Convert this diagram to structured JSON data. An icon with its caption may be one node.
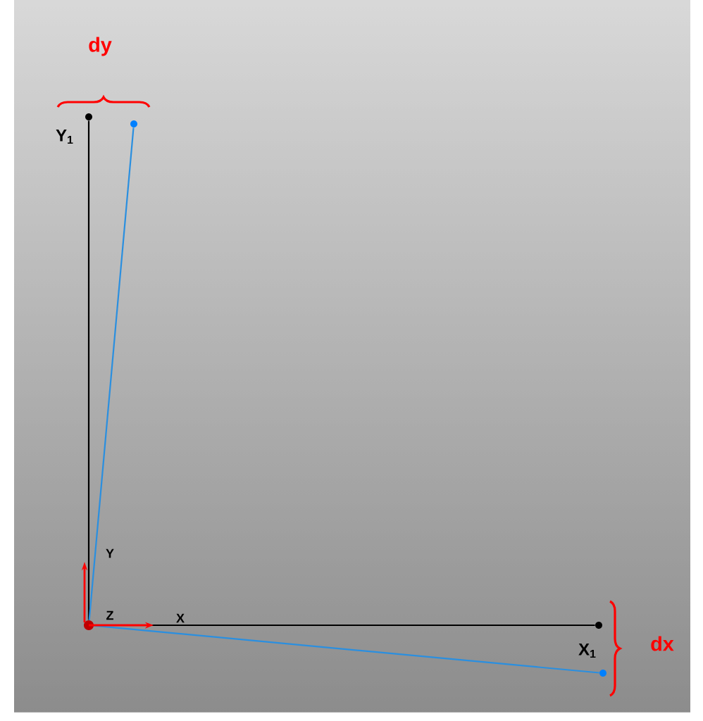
{
  "diagram": {
    "nodes": [
      {
        "text": [],
        "shape": "circle"
      },
      {
        "text": [],
        "shape": "circle",
        "beside": [
          "Y$_{1}$"
        ]
      },
      {
        "text": [],
        "shape": "circle"
      },
      {
        "text": [],
        "shape": "circle",
        "beside": [
          "X$_{1}$"
        ]
      },
      {
        "text": [],
        "shape": "circle"
      }
    ],
    "edges": [
      {
        "from": 0,
        "to": 1,
        "arrow": "none"
      },
      {
        "from": 0,
        "to": 2,
        "arrow": "none",
        "color": "#2a8fe0"
      },
      {
        "from": 0,
        "to": 3,
        "arrow": "none"
      },
      {
        "from": 0,
        "to": 4,
        "arrow": "none",
        "color": "#2a8fe0"
      }
    ],
    "labels": [
      "dy",
      "Y",
      "Z",
      "X",
      "dx"
    ]
  }
}
